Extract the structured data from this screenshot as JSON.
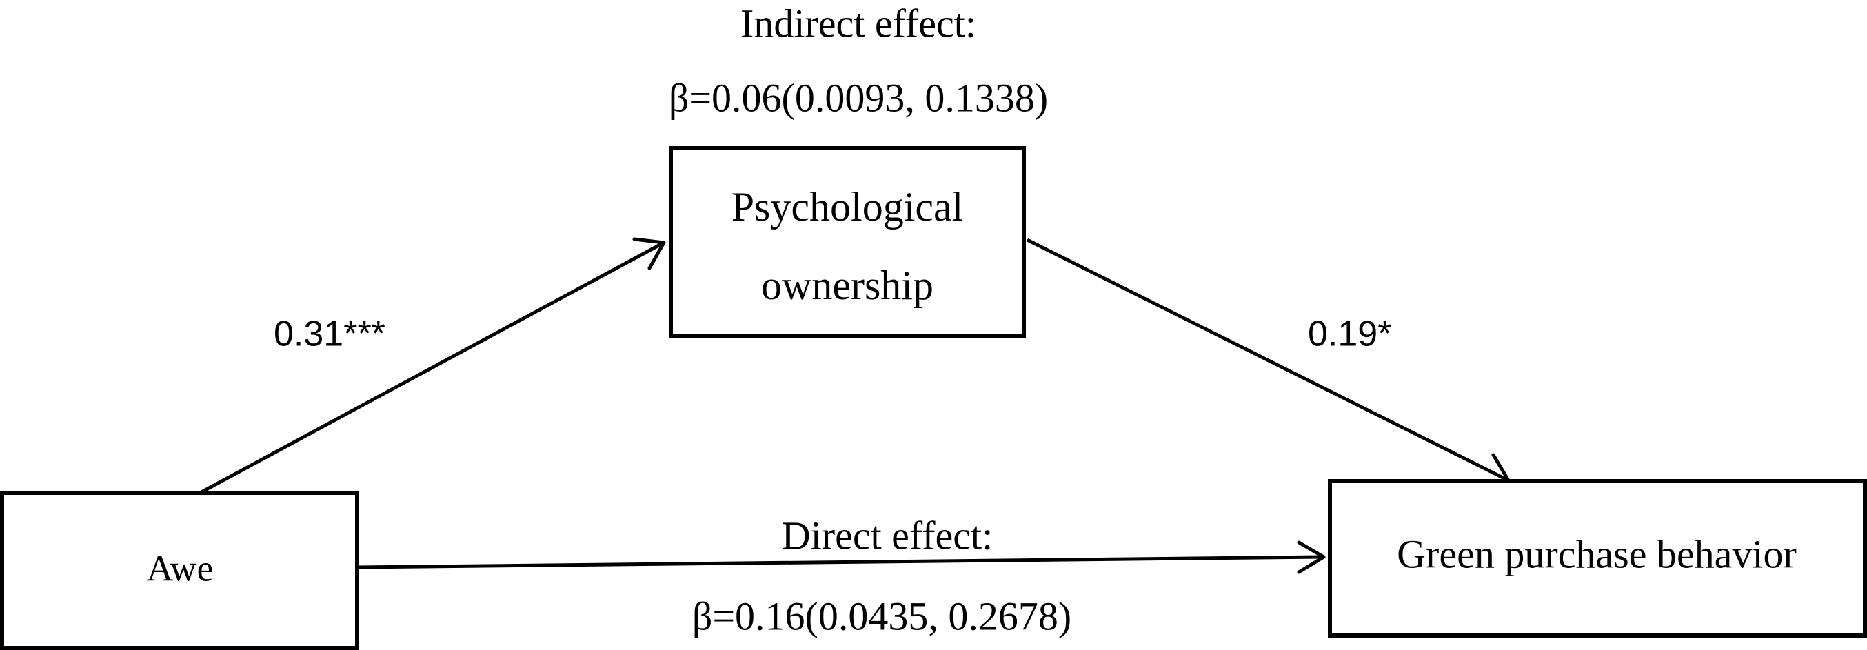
{
  "nodes": {
    "awe": "Awe",
    "mediator_line1": "Psychological",
    "mediator_line2": "ownership",
    "outcome": "Green purchase behavior"
  },
  "paths": {
    "a_coefficient": "0.31***",
    "b_coefficient": "0.19*"
  },
  "indirect_effect": {
    "label": "Indirect effect:",
    "value": "β=0.06(0.0093, 0.1338)"
  },
  "direct_effect": {
    "label": "Direct effect:",
    "value": "β=0.16(0.0435, 0.2678)"
  }
}
